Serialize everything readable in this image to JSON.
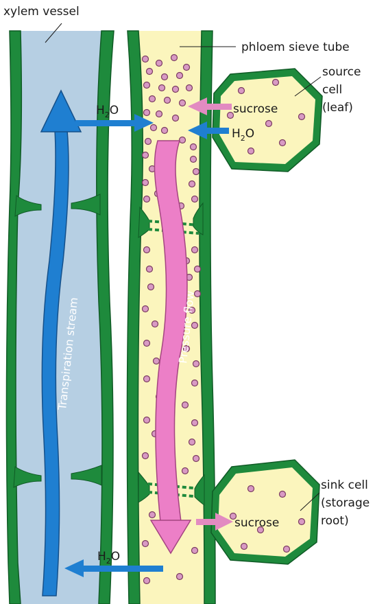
{
  "labels": {
    "xylem": "xylem vessel",
    "phloem": "phloem sieve tube",
    "source_line1": "source",
    "source_line2": "cell",
    "source_line3": "(leaf)",
    "sink_line1": "sink cell",
    "sink_line2": "(storage",
    "sink_line3": "root)",
    "sucrose_top": "sucrose",
    "sucrose_bottom": "sucrose",
    "water_top_left": "H",
    "water_top_left_sub": "2",
    "water_top_left_o": "O",
    "water_top_right": "H",
    "water_top_right_sub": "2",
    "water_top_right_o": "O",
    "water_bottom": "H",
    "water_bottom_sub": "2",
    "water_bottom_o": "O",
    "transpiration": "Transpiration stream",
    "pressure": "Pressure flow"
  },
  "colors": {
    "xylem_fill": "#b6cfe3",
    "phloem_fill": "#fbf5bd",
    "wall_green": "#1e8a3c",
    "wall_dark": "#0f5a25",
    "water_arrow": "#1f7fd1",
    "sucrose_arrow": "#e28bc1",
    "pressure_arrow": "#ec7fc7",
    "particle_fill": "#d89ac4",
    "particle_stroke": "#7a3a60"
  }
}
